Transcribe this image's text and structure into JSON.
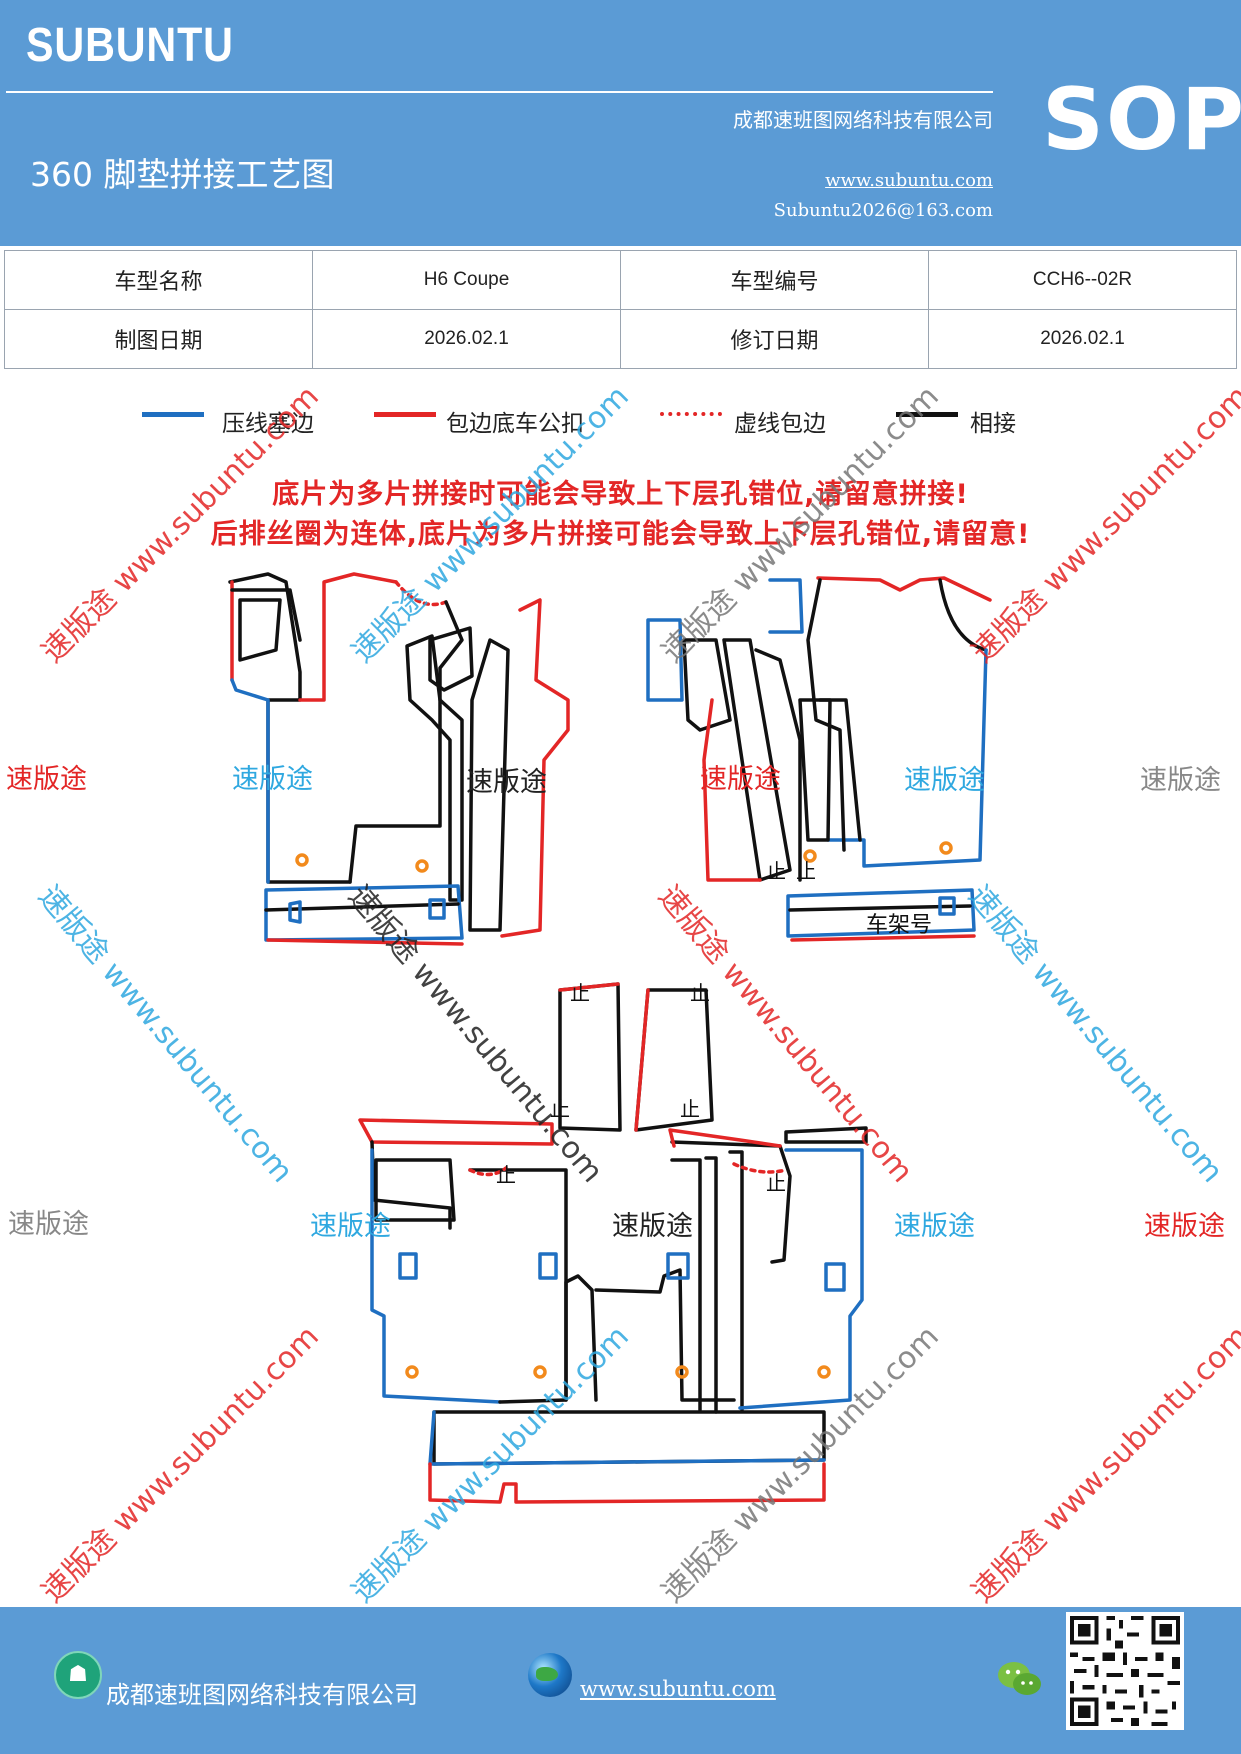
{
  "header": {
    "brand": "SUBUNTU",
    "company": "成都速班图网络科技有限公司",
    "title": "360 脚垫拼接工艺图",
    "website": "www.subuntu.com",
    "email": "Subuntu2026@163.com",
    "badge": "SOP"
  },
  "info_table": {
    "rows": [
      [
        "车型名称",
        "H6 Coupe",
        "车型编号",
        "CCH6--02R"
      ],
      [
        "制图日期",
        "2026.02.1",
        "修订日期",
        "2026.02.1"
      ]
    ]
  },
  "legend": [
    {
      "label": "压线塞边",
      "color": "#1f6fc1",
      "style": "solid"
    },
    {
      "label": "包边底车公扣",
      "color": "#e32626",
      "style": "solid"
    },
    {
      "label": "虚线包边",
      "color": "#e32626",
      "style": "dotted"
    },
    {
      "label": "相接",
      "color": "#111111",
      "style": "solid"
    }
  ],
  "warnings": [
    "底片为多片拼接时可能会导致上下层孔错位,请留意拼接!",
    "后排丝圈为连体,底片为多片拼接可能会导致上下层孔错位,请留意!"
  ],
  "drawing": {
    "labels": {
      "frame_number": "车架号",
      "stop_mark": "止"
    }
  },
  "watermarks": {
    "brand_text": "速版途",
    "site_text": "www.subuntu.com",
    "combo_text": "速版途 www.subuntu.com"
  },
  "footer": {
    "company": "成都速班图网络科技有限公司",
    "website": "www.subuntu.com"
  },
  "colors": {
    "header_bg": "#5b9bd5",
    "blue_line": "#1f6fc1",
    "red_line": "#e32626",
    "black_line": "#111111",
    "hole": "#f28a1c"
  }
}
